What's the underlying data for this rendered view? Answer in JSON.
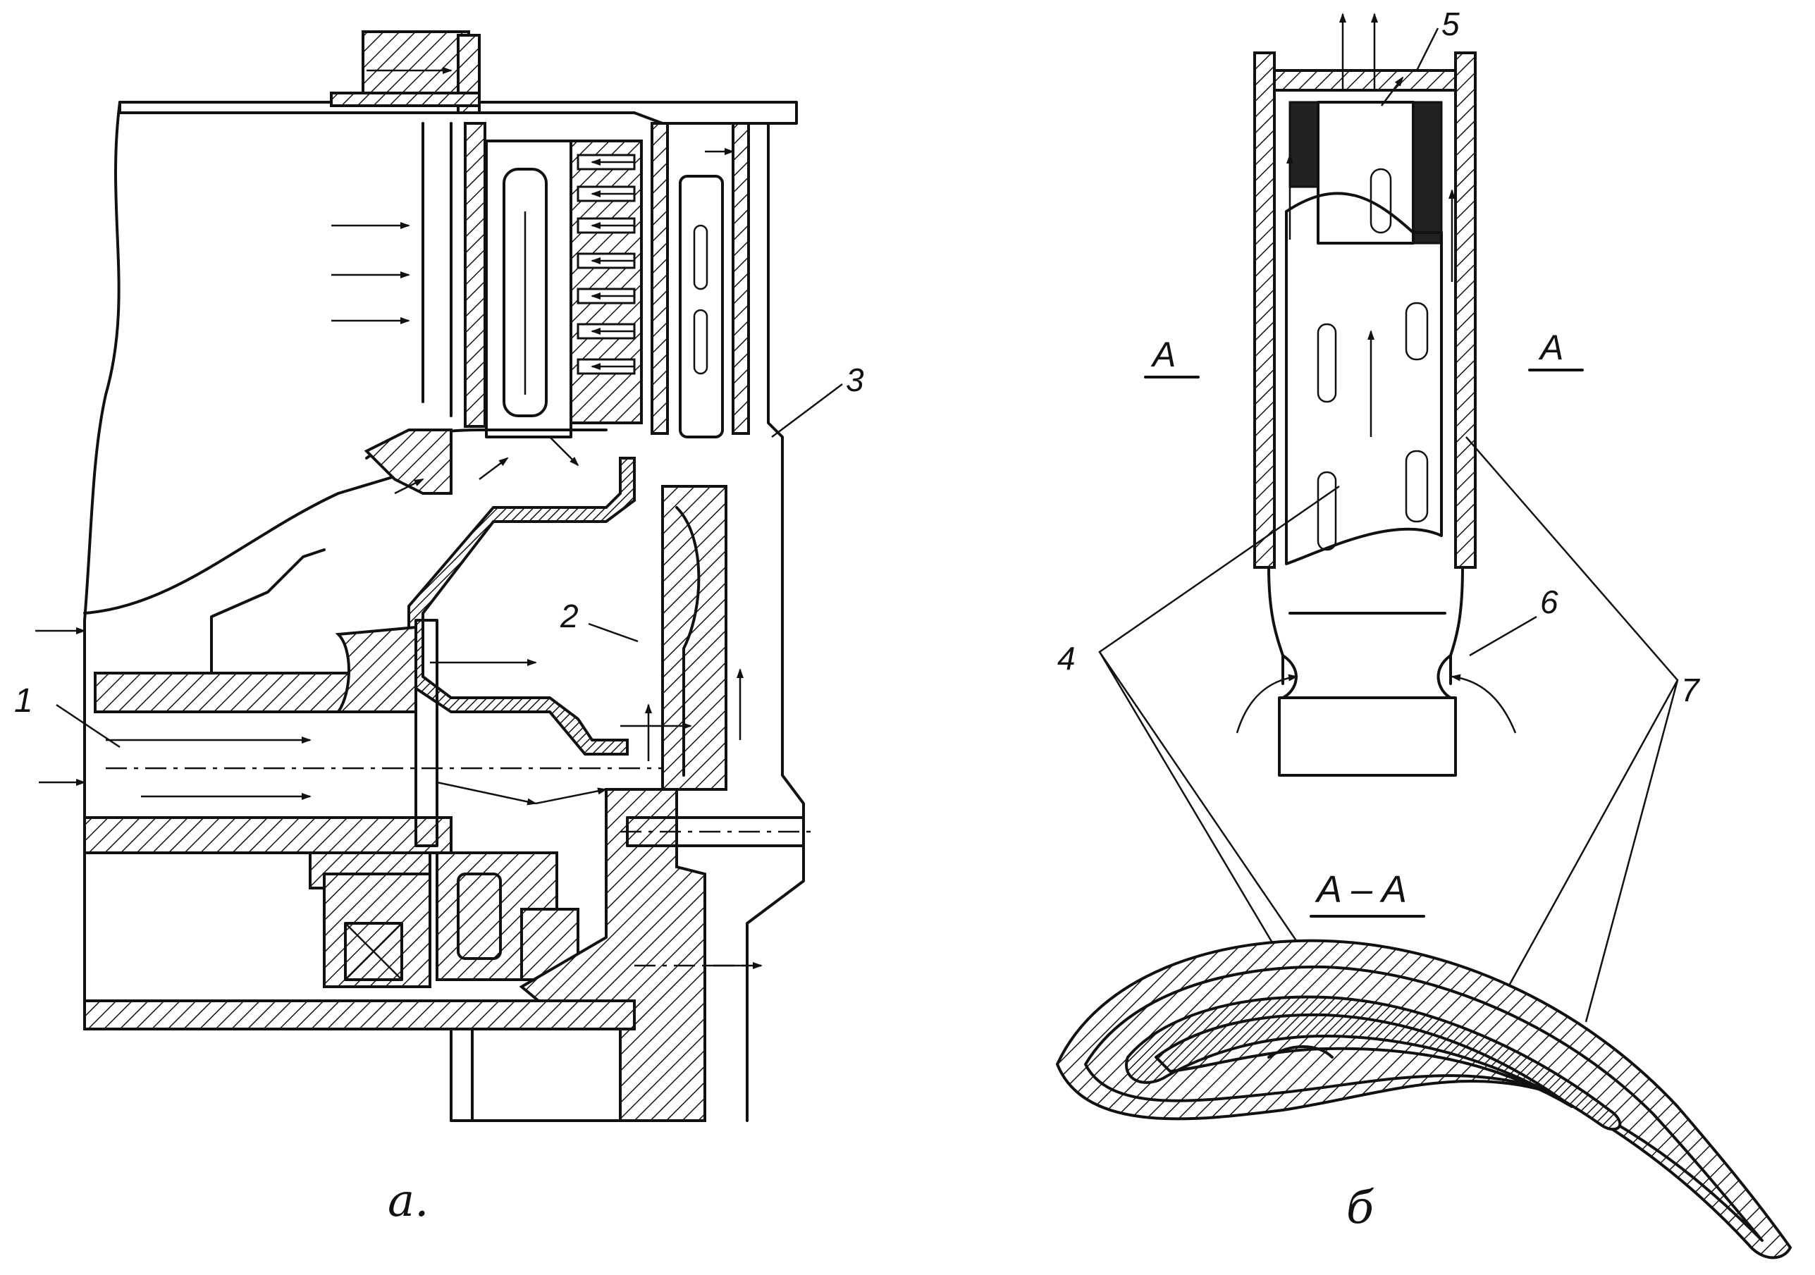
{
  "figure_a": {
    "caption": "a.",
    "callouts": [
      {
        "id": "1",
        "text": "1"
      },
      {
        "id": "2",
        "text": "2"
      },
      {
        "id": "3",
        "text": "3"
      }
    ]
  },
  "figure_b": {
    "caption": "б",
    "section_left": "A",
    "section_right": "A",
    "section_title": "A – A",
    "callouts": [
      {
        "id": "4",
        "text": "4"
      },
      {
        "id": "5",
        "text": "5"
      },
      {
        "id": "6",
        "text": "6"
      },
      {
        "id": "7",
        "text": "7"
      }
    ]
  }
}
